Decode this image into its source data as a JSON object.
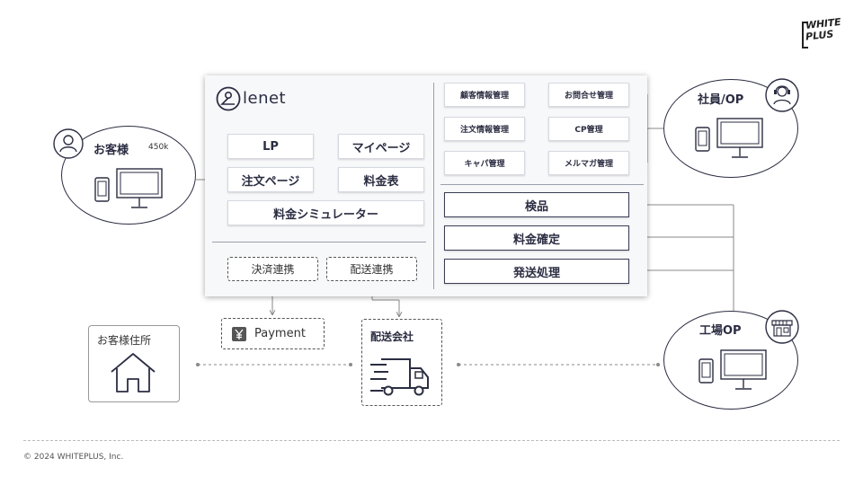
{
  "brand": {
    "line1": "WHITE",
    "line2": "PLUS"
  },
  "system": {
    "name": "lenet",
    "front": {
      "lp": "LP",
      "mypage": "マイページ",
      "order": "注文ページ",
      "price": "料金表",
      "simulator": "料金シミュレーター"
    },
    "integrations": {
      "payment_link": "決済連携",
      "shipping_link": "配送連携"
    },
    "admin": {
      "customer_mgmt": "顧客情報管理",
      "inquiry_mgmt": "お問合せ管理",
      "order_mgmt": "注文情報管理",
      "cp_mgmt": "CP管理",
      "cancel_mgmt": "キャパ管理",
      "mailmag_mgmt": "メルマガ管理"
    },
    "ops": {
      "inspection": "検品",
      "price_confirm": "料金確定",
      "shipping": "発送処理"
    }
  },
  "actors": {
    "customer": {
      "label": "お客様",
      "count": "450k"
    },
    "staff": {
      "label": "社員/OP"
    },
    "factory": {
      "label": "工場OP"
    },
    "address": {
      "label": "お客様住所"
    },
    "payment": {
      "label": "Payment"
    },
    "delivery": {
      "label": "配送会社"
    }
  },
  "footer": {
    "copyright": "© 2024 WHITEPLUS, Inc."
  }
}
